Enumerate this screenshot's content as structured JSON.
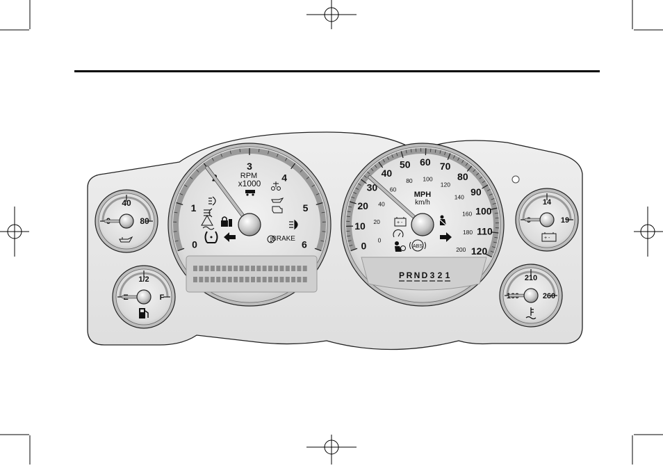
{
  "tachometer": {
    "ticks": [
      "0",
      "1",
      "2",
      "3",
      "4",
      "5",
      "6"
    ],
    "label_rpm": "RPM",
    "label_scale": "x1000",
    "brake_label": "BRAKE",
    "needle_value": 2
  },
  "speedometer": {
    "mph_ticks": [
      "0",
      "10",
      "20",
      "30",
      "40",
      "50",
      "60",
      "70",
      "80",
      "90",
      "100",
      "110",
      "120"
    ],
    "kmh_ticks": [
      "0",
      "20",
      "40",
      "60",
      "80",
      "100",
      "120",
      "140",
      "160",
      "180",
      "200"
    ],
    "unit_mph": "MPH",
    "unit_kmh": "km/h",
    "needle_value_mph": 33,
    "abs_label": "ABS"
  },
  "oil_gauge": {
    "ticks": [
      "0",
      "40",
      "80"
    ],
    "needle_value": 0
  },
  "fuel_gauge": {
    "ticks": [
      "E",
      "1/2",
      "F"
    ],
    "needle_value": 0
  },
  "voltage_gauge": {
    "ticks": [
      "9",
      "14",
      "19"
    ],
    "needle_value": 9
  },
  "temp_gauge": {
    "ticks": [
      "160",
      "210",
      "260"
    ],
    "needle_value": 160
  },
  "prndl": [
    "P",
    "R",
    "N",
    "D",
    "3",
    "2",
    "1"
  ],
  "colors": {
    "panel": "#e6e6e6",
    "gauge_face": "#d2d2d2",
    "needle": "#a8a8a8",
    "lcd": "#cfcfcf"
  }
}
